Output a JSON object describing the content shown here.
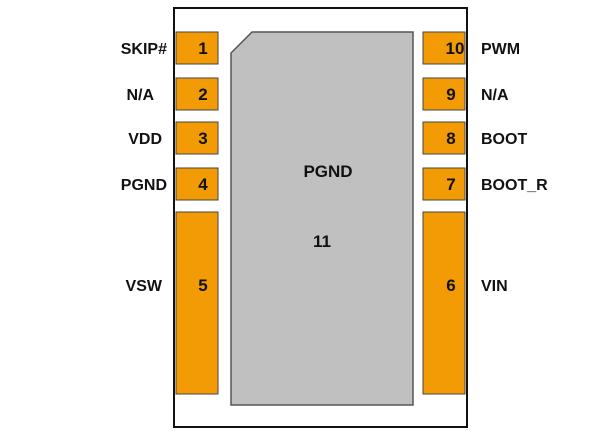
{
  "colors": {
    "pin_fill": "#F29B05",
    "pin_stroke": "#444444",
    "pad_fill": "#C0C0C0",
    "pad_stroke": "#555555",
    "body_fill": "#ffffff",
    "body_stroke": "#111111",
    "text": "#111111"
  },
  "pins": [
    {
      "number": "1",
      "name": "SKIP#"
    },
    {
      "number": "2",
      "name": "N/A"
    },
    {
      "number": "3",
      "name": "VDD"
    },
    {
      "number": "4",
      "name": "PGND"
    },
    {
      "number": "5",
      "name": "VSW"
    },
    {
      "number": "6",
      "name": "VIN"
    },
    {
      "number": "7",
      "name": "BOOT_R"
    },
    {
      "number": "8",
      "name": "BOOT"
    },
    {
      "number": "9",
      "name": "N/A"
    },
    {
      "number": "10",
      "name": "PWM"
    }
  ],
  "pad": {
    "name": "PGND",
    "number": "11"
  }
}
